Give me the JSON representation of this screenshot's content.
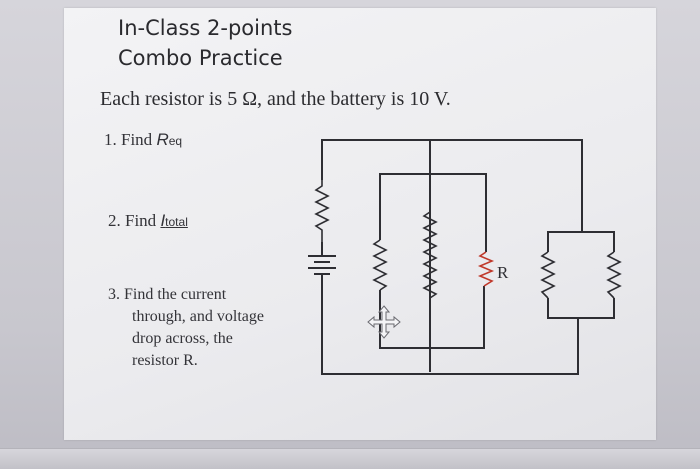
{
  "slide": {
    "title_line1": "In-Class 2-points",
    "title_line2": "Combo Practice",
    "statement": "Each resistor is 5 Ω, and the battery is 10 V.",
    "questions": {
      "q1_prefix": "1. Find ",
      "q1_var": "R",
      "q1_sub": "eq",
      "q2_prefix": "2. Find ",
      "q2_var": "I",
      "q2_sub": "total",
      "q3_lines": [
        "3. Find the current",
        "through, and voltage",
        "drop across, the",
        "resistor R."
      ]
    }
  },
  "circuit": {
    "resistor_label": "R",
    "colors": {
      "wire": "#2e2e33",
      "highlight_resistor": "#c0392b"
    },
    "icons": [
      "move-cursor-icon"
    ]
  }
}
